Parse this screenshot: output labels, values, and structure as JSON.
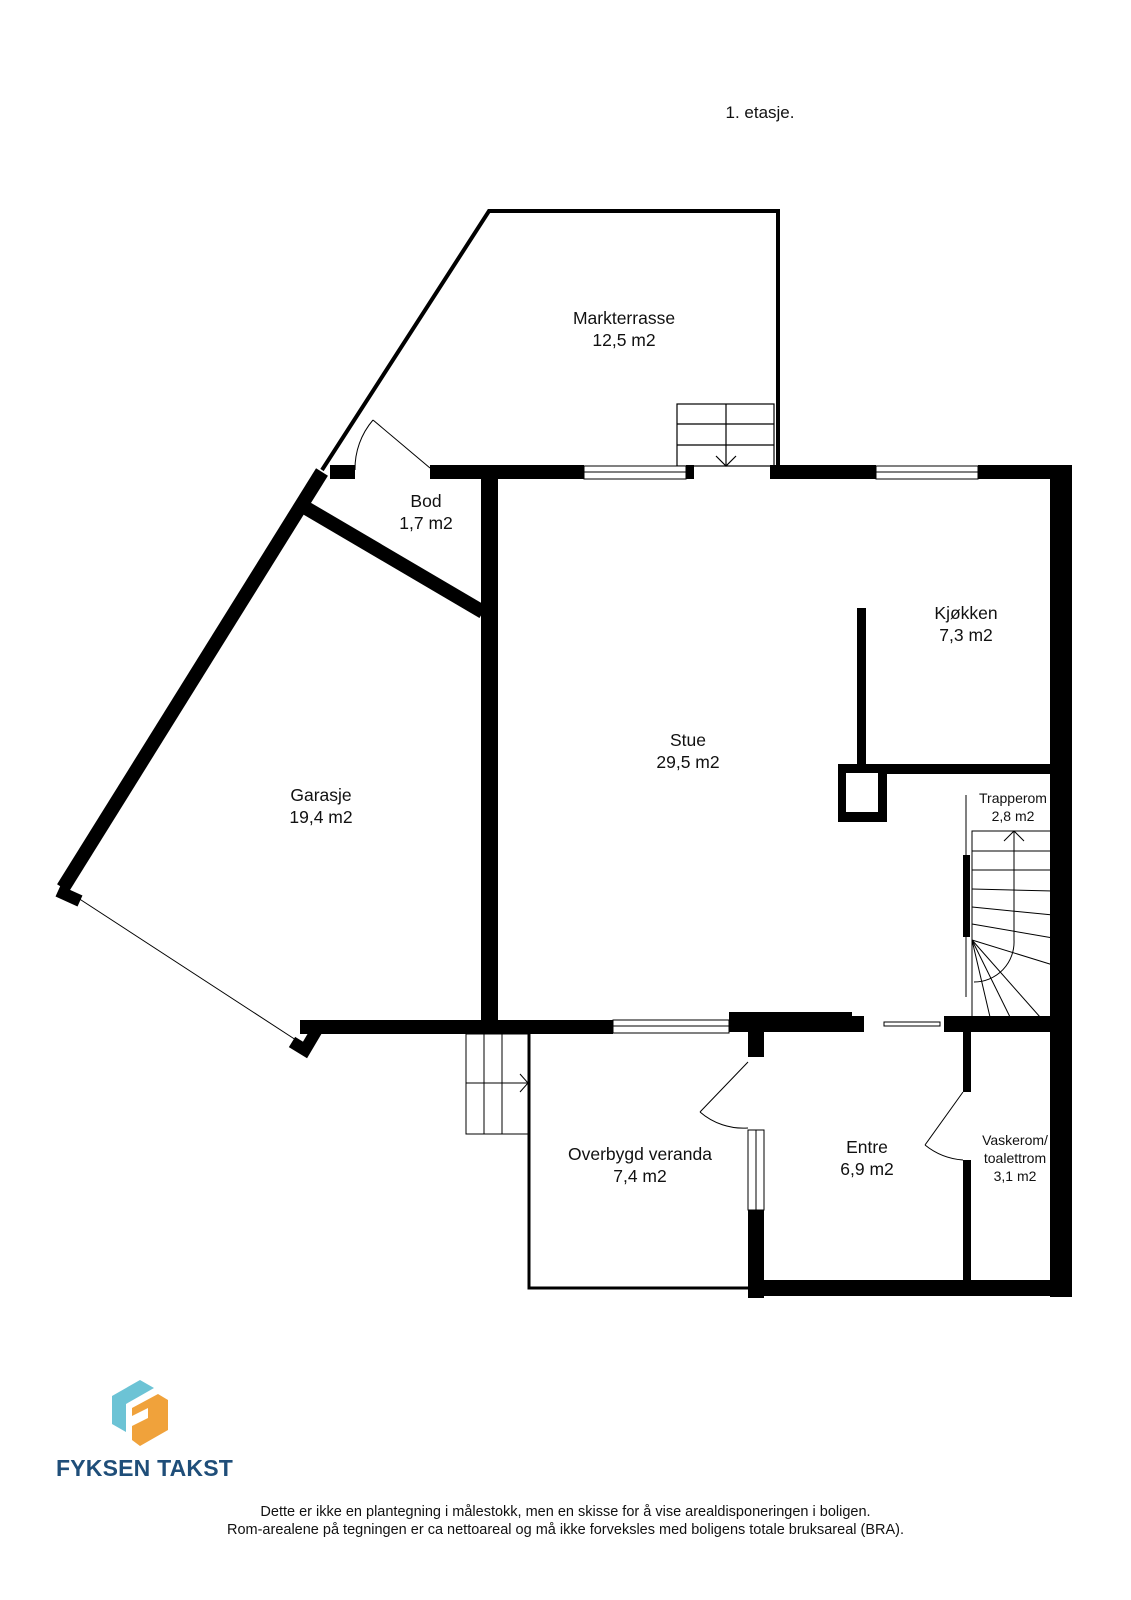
{
  "floor_title": "1. etasje.",
  "rooms": [
    {
      "id": "markterrasse",
      "name": "Markterrasse",
      "area": "12,5 m2"
    },
    {
      "id": "bod",
      "name": "Bod",
      "area": "1,7 m2"
    },
    {
      "id": "garasje",
      "name": "Garasje",
      "area": "19,4 m2"
    },
    {
      "id": "stue",
      "name": "Stue",
      "area": "29,5 m2"
    },
    {
      "id": "kjokken",
      "name": "Kjøkken",
      "area": "7,3 m2"
    },
    {
      "id": "trapperom",
      "name": "Trapperom",
      "area": "2,8 m2"
    },
    {
      "id": "overbygd_veranda",
      "name": "Overbygd veranda",
      "area": "7,4 m2"
    },
    {
      "id": "entre",
      "name": "Entre",
      "area": "6,9 m2"
    },
    {
      "id": "vaskerom",
      "name": "Vaskerom/",
      "name2": "toalettrom",
      "area": "3,1 m2"
    }
  ],
  "logo": {
    "text": "FYKSEN TAKST",
    "colors": {
      "blue": "#6cc3d5",
      "orange": "#f0a23b",
      "text": "#1f4e79"
    }
  },
  "disclaimer": {
    "line1": "Dette er ikke en plantegning i målestokk, men en skisse for å vise arealdisponeringen i boligen.",
    "line2": "Rom-arealene på tegningen er ca nettoareal og må ikke forveksles med boligens totale bruksareal (BRA)."
  }
}
